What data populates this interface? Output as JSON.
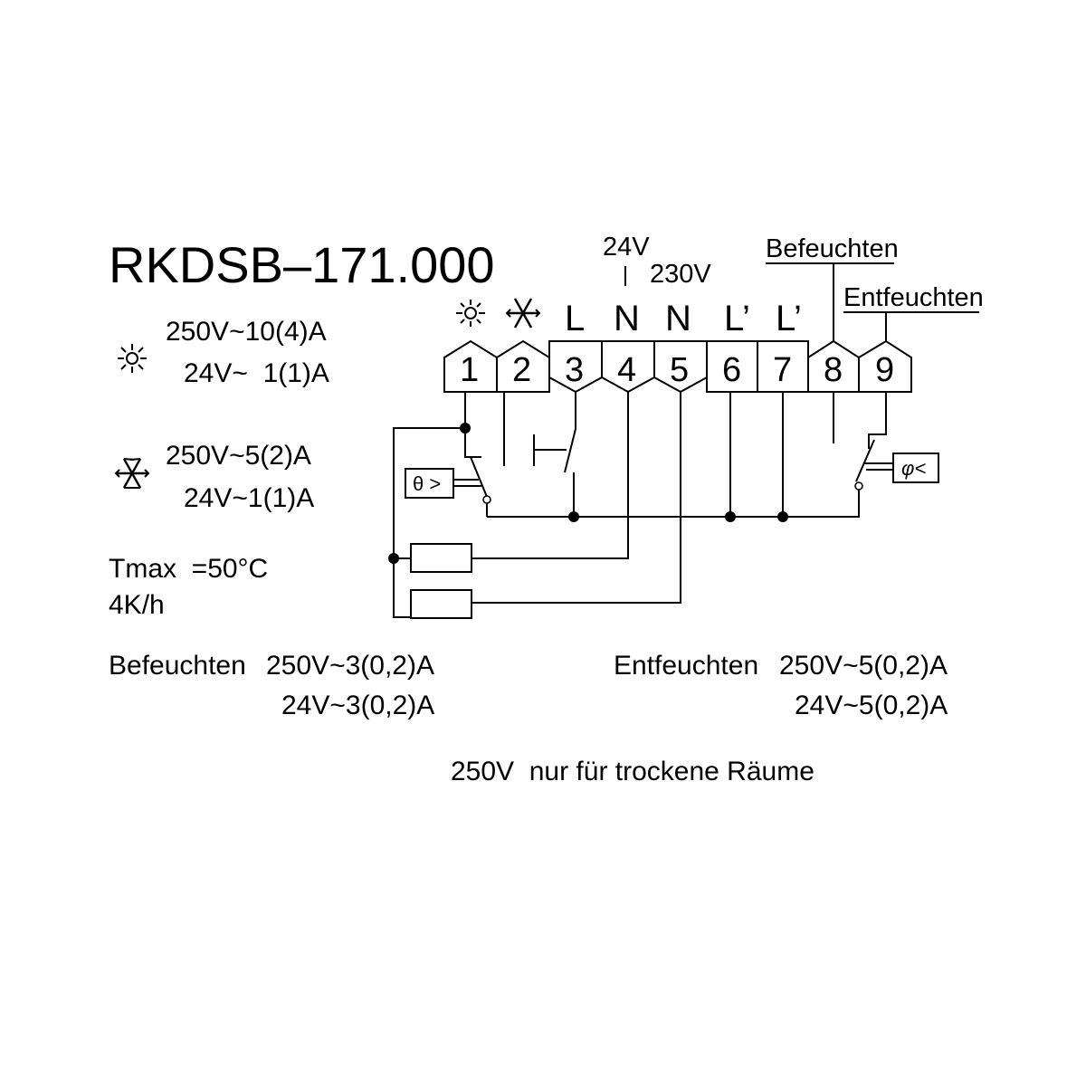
{
  "title": "RKDSB–171.000",
  "heating_icon": "sun-icon",
  "cooling_icon": "snowflake-icon",
  "heating_rating": {
    "line1": "250V~10(4)A",
    "line2": "24V~  1(1)A"
  },
  "cooling_rating": {
    "line1": "250V~5(2)A",
    "line2": "24V~1(1)A"
  },
  "tmax": "Tmax  =50°C",
  "rate": "4K/h",
  "humidify": {
    "label": "Befeuchten",
    "rating1": "250V~3(0,2)A",
    "rating2": "24V~3(0,2)A"
  },
  "dehumidify": {
    "label": "Entfeuchten",
    "rating1": "250V~5(0,2)A",
    "rating2": "24V~5(0,2)A"
  },
  "note": "250V  nur für trockene Räume",
  "terminal_labels": {
    "t3": "L",
    "t4": "N",
    "t5": "N",
    "t6": "L’",
    "t7": "L’"
  },
  "voltage": {
    "v24": "24V",
    "sep": "|",
    "v230": "230V"
  },
  "terminal_numbers": [
    "1",
    "2",
    "3",
    "4",
    "5",
    "6",
    "7",
    "8",
    "9"
  ],
  "temp_sensor": "θ >",
  "humidity_sensor": "φ<"
}
